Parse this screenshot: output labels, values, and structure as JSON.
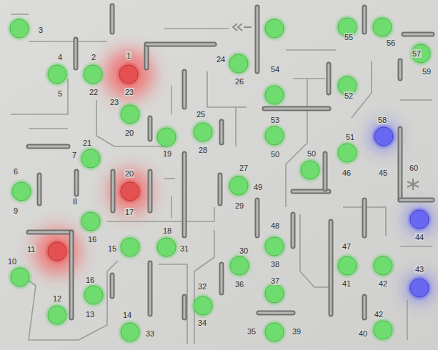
{
  "diagram": {
    "labels": [
      "3",
      "4",
      "2",
      "1",
      "5",
      "22",
      "23",
      "23",
      "20",
      "24",
      "26",
      "54",
      "55",
      "56",
      "57",
      "59",
      "52",
      "53",
      "25",
      "19",
      "28",
      "21",
      "7",
      "6",
      "9",
      "20",
      "17",
      "27",
      "49",
      "29",
      "50",
      "50",
      "51",
      "58",
      "46",
      "45",
      "60",
      "8",
      "16",
      "18",
      "15",
      "31",
      "48",
      "38",
      "30",
      "36",
      "47",
      "41",
      "42",
      "44",
      "43",
      "11",
      "10",
      "16",
      "12",
      "13",
      "32",
      "34",
      "37",
      "35",
      "39",
      "14",
      "33",
      "42",
      "40"
    ]
  }
}
